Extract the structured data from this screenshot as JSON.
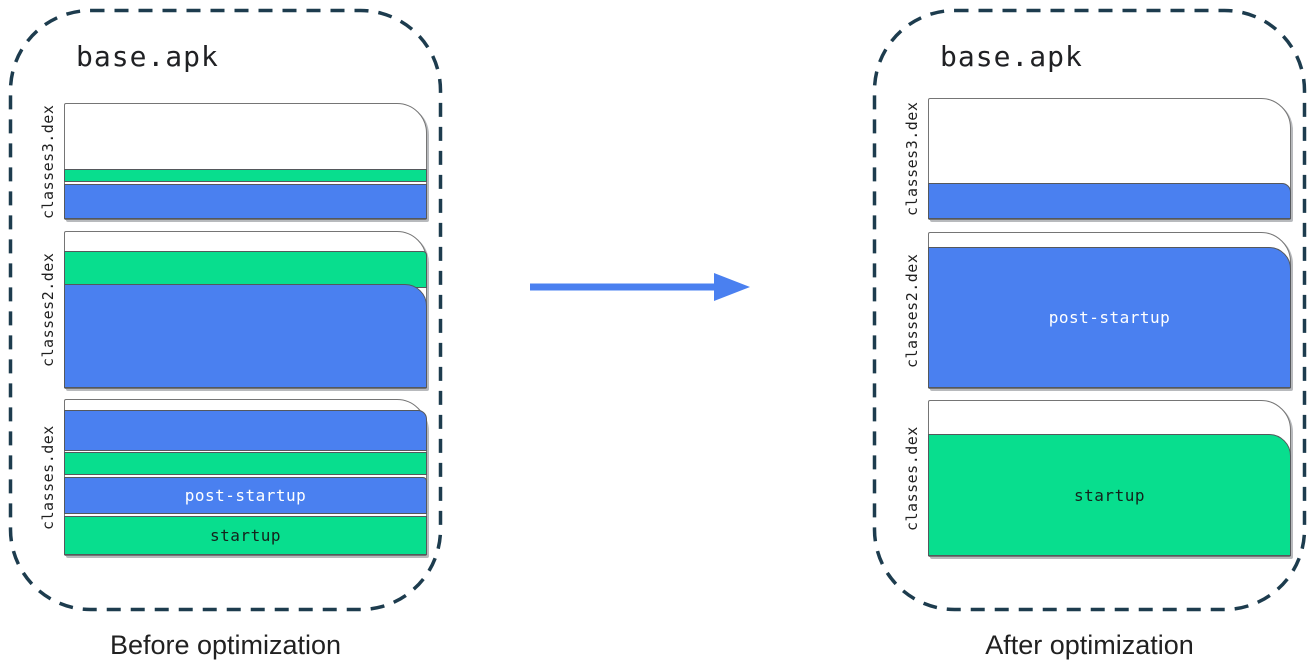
{
  "colors": {
    "startup_green": "#08de8e",
    "post_startup_blue": "#4a80f0",
    "container_dash": "#1d3c4e",
    "page_border": "#757575",
    "arrow_blue": "#4a80f0"
  },
  "arrow": {
    "icon": "right-arrow"
  },
  "panels": [
    {
      "id": "before",
      "title": "base.apk",
      "caption": "Before optimization",
      "files": [
        {
          "label": "classes3.dex",
          "segments": [
            {
              "type": "startup",
              "color": "green",
              "approx_fraction": 0.11
            },
            {
              "type": "post-startup",
              "color": "blue",
              "approx_fraction": 0.3
            }
          ]
        },
        {
          "label": "classes2.dex",
          "segments": [
            {
              "type": "startup",
              "color": "green",
              "approx_fraction": 0.23
            },
            {
              "type": "post-startup",
              "color": "blue",
              "approx_fraction": 0.66
            }
          ]
        },
        {
          "label": "classes.dex",
          "segments": [
            {
              "type": "post-startup",
              "color": "blue",
              "approx_fraction": 0.26
            },
            {
              "type": "startup",
              "color": "green",
              "approx_fraction": 0.15
            },
            {
              "type": "post-startup",
              "color": "blue",
              "approx_fraction": 0.24,
              "label": "post-startup"
            },
            {
              "type": "startup",
              "color": "green",
              "approx_fraction": 0.25,
              "label": "startup"
            }
          ]
        }
      ]
    },
    {
      "id": "after",
      "title": "base.apk",
      "caption": "After optimization",
      "files": [
        {
          "label": "classes3.dex",
          "segments": [
            {
              "type": "post-startup",
              "color": "blue",
              "approx_fraction": 0.3
            }
          ]
        },
        {
          "label": "classes2.dex",
          "segments": [
            {
              "type": "post-startup",
              "color": "blue",
              "approx_fraction": 0.9,
              "label": "post-startup"
            }
          ]
        },
        {
          "label": "classes.dex",
          "segments": [
            {
              "type": "startup",
              "color": "green",
              "approx_fraction": 0.78,
              "label": "startup"
            }
          ]
        }
      ]
    }
  ]
}
